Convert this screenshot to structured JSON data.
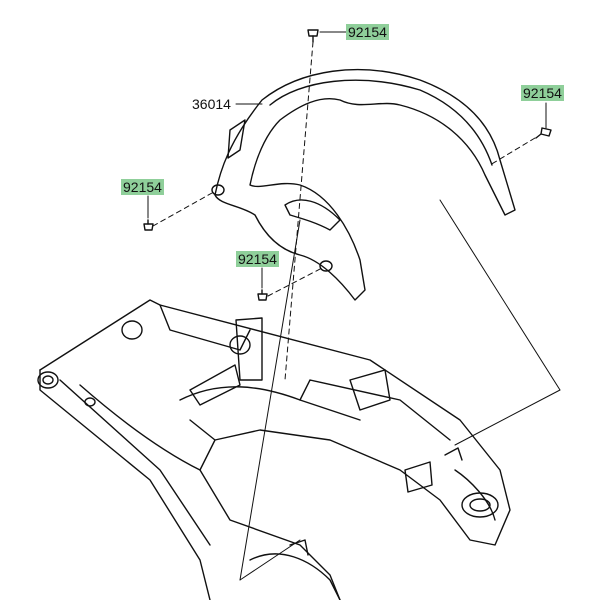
{
  "diagram": {
    "highlight_color": "#8fcf9a",
    "labels": {
      "bolt_top": "92154",
      "bolt_right": "92154",
      "bolt_left": "92154",
      "bolt_center": "92154",
      "cover": "36014"
    }
  }
}
